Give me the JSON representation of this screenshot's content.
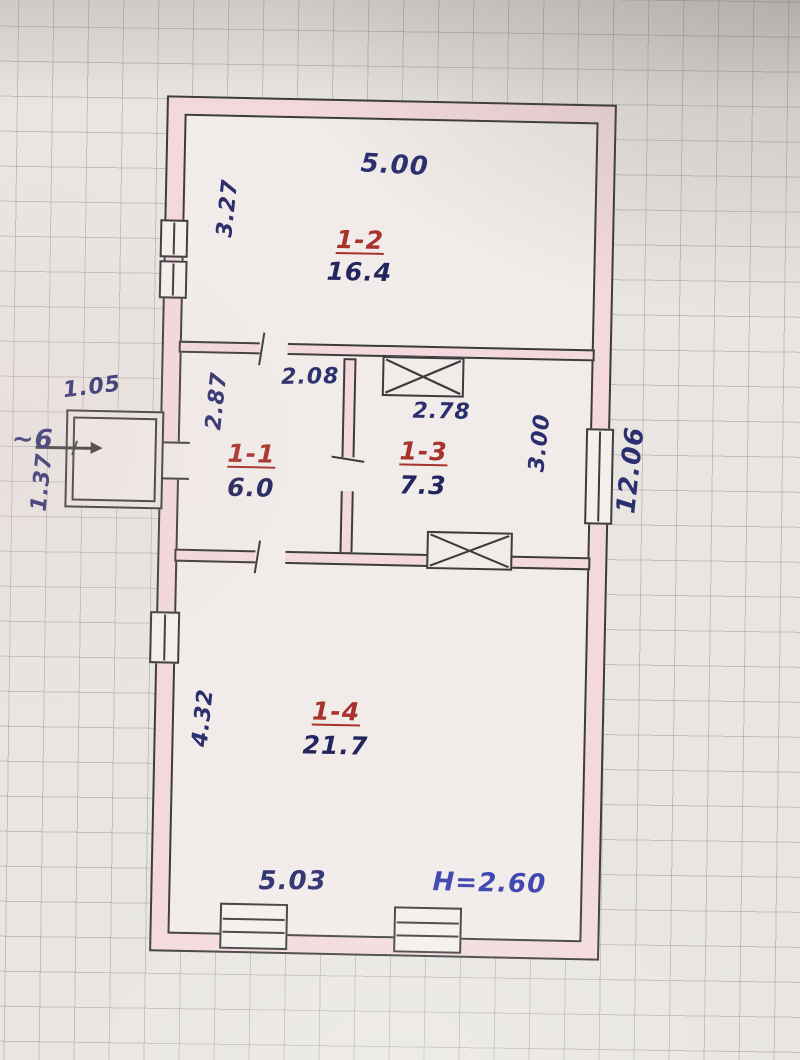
{
  "plan_title": "floor-plan-sketch",
  "rooms": [
    {
      "id": "1-2",
      "area": "16.4"
    },
    {
      "id": "1-1",
      "area": "6.0"
    },
    {
      "id": "1-3",
      "area": "7.3"
    },
    {
      "id": "1-4",
      "area": "21.7"
    }
  ],
  "dims": {
    "top_width": "5.00",
    "room2_left": "3.27",
    "partition": "2.08",
    "room1_height": "2.87",
    "stove_width": "2.78",
    "window_right": "3.00",
    "right_total": "12.06",
    "porch_width": "1.05",
    "porch_depth": "1.37",
    "porch_mark": "~6",
    "room4_left": "4.32",
    "bottom_width": "5.03",
    "ceiling_height": "H=2.60"
  },
  "colors": {
    "wall_fill": "#f3d9dd",
    "line": "#3c3c3c",
    "dimension_text": "#2b2f6e",
    "room_id_text": "#a8322c",
    "height_text": "#3a3fae",
    "paper": "#e8e5e2"
  }
}
